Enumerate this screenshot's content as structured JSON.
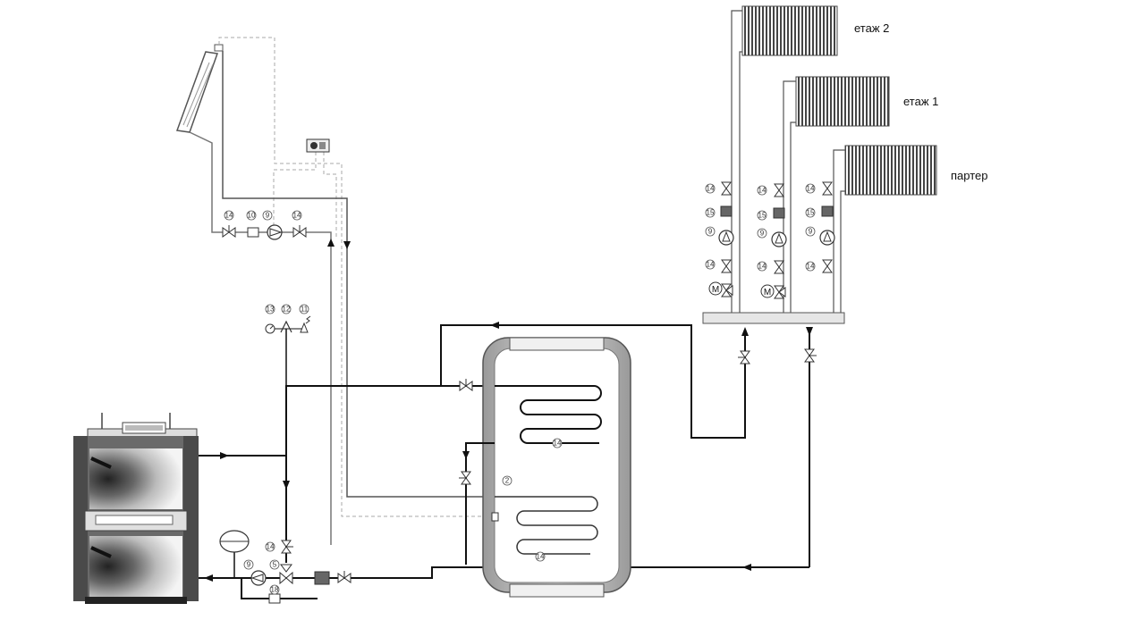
{
  "floors": {
    "floor2": "етаж 2",
    "floor1": "етаж 1",
    "ground": "партер"
  },
  "component_numbers": {
    "valve": "14",
    "filter": "10",
    "pump": "9",
    "manometer": "13",
    "air_vent": "12",
    "safety_valve": "11",
    "tank": "2",
    "meter": "15",
    "check_valve": "5",
    "bypass": "18"
  },
  "colors": {
    "main_line": "#111111",
    "solar_line": "#888888",
    "dashed_line": "#aaaaaa",
    "boiler_body": "#555555"
  }
}
